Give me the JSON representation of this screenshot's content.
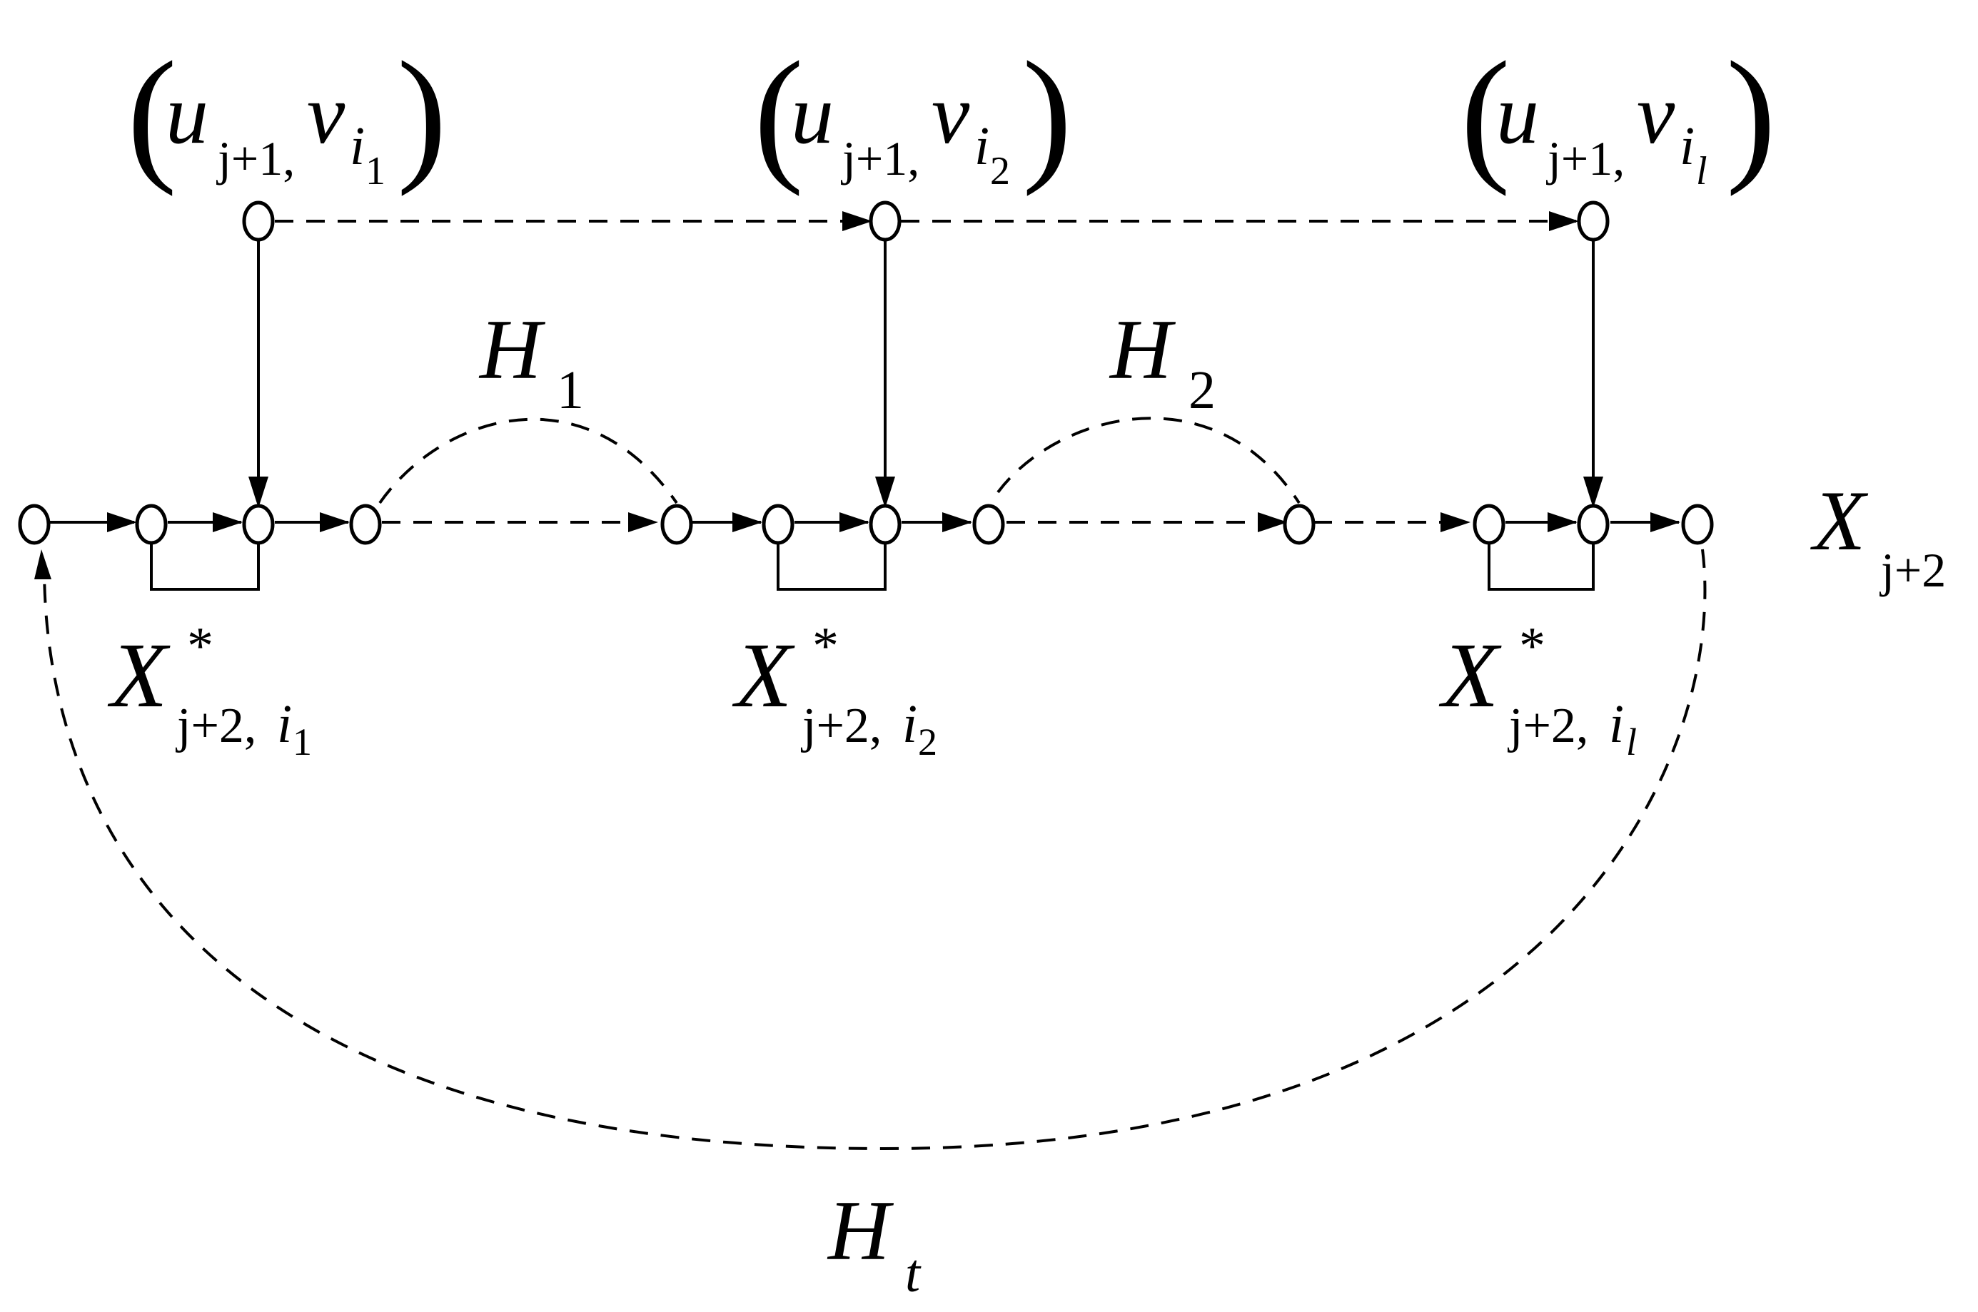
{
  "labels": {
    "pair_1": {
      "u": "u",
      "u_sub": "j+1,",
      "v": "v",
      "v_sub": "i",
      "v_subsub": "1"
    },
    "pair_2": {
      "u": "u",
      "u_sub": "j+1,",
      "v": "v",
      "v_sub": "i",
      "v_subsub": "2"
    },
    "pair_l": {
      "u": "u",
      "u_sub": "j+1,",
      "v": "v",
      "v_sub": "i",
      "v_subsub": "l"
    },
    "paren_open": "(",
    "paren_close": ")",
    "H1": {
      "base": "H",
      "sub": "1"
    },
    "H2": {
      "base": "H",
      "sub": "2"
    },
    "Ht": {
      "base": "H",
      "sub": "t"
    },
    "Xj2": {
      "base": "X",
      "sub": "j+2"
    },
    "Xstar_1": {
      "base": "X",
      "sup": "*",
      "sub": "j+2,",
      "subsub_i": "i",
      "subsub": "1"
    },
    "Xstar_2": {
      "base": "X",
      "sup": "*",
      "sub": "j+2,",
      "subsub_i": "i",
      "subsub": "2"
    },
    "Xstar_l": {
      "base": "X",
      "sup": "*",
      "sub": "j+2,",
      "subsub_i": "i",
      "subsub": "l"
    }
  },
  "colors": {
    "stroke": "#000000",
    "node_fill": "#ffffff",
    "background": "#ffffff"
  }
}
